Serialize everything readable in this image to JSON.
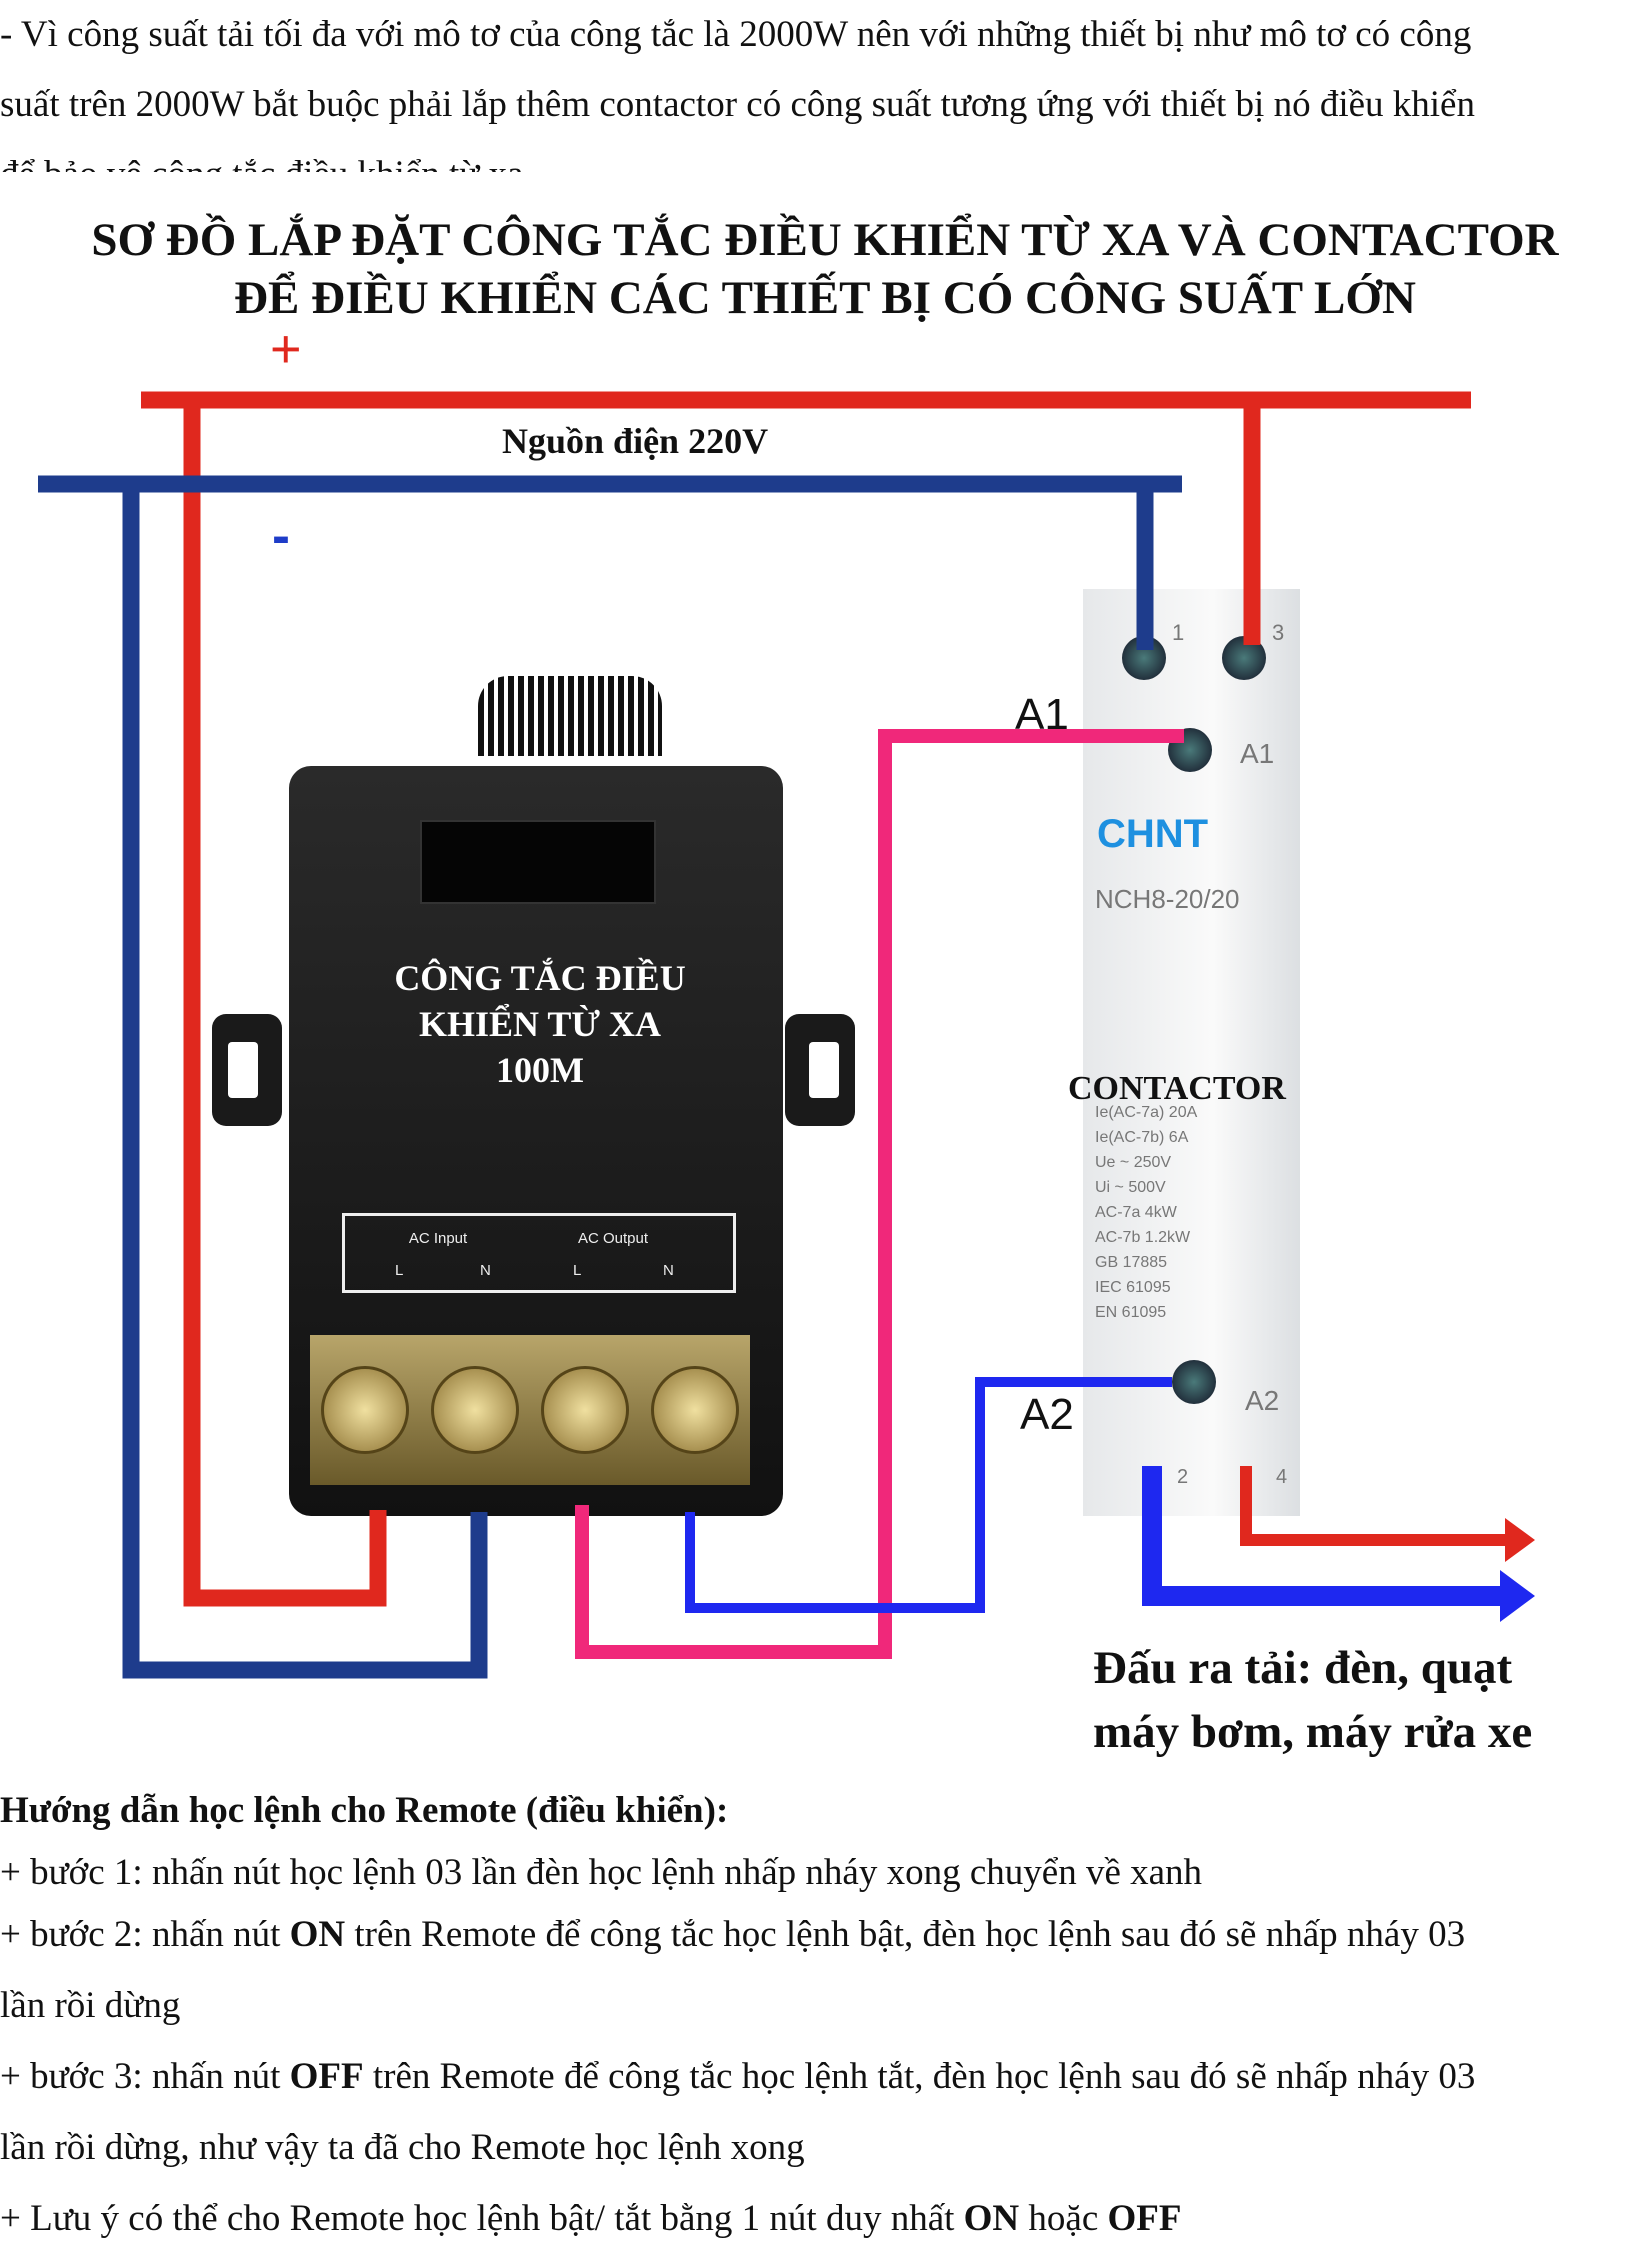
{
  "intro": {
    "lines": [
      "- Vì công suất tải tối đa với mô tơ của công tắc là 2000W nên với những thiết bị như mô tơ có công",
      "suất trên 2000W bắt buộc phải lắp thêm contactor có công suất tương ứng với thiết bị nó điều khiển",
      "để bảo vệ công tắc điều khiển từ xa"
    ]
  },
  "diagram": {
    "title_line1": "SƠ ĐỒ LẮP ĐẶT CÔNG TẮC ĐIỀU KHIỂN TỪ XA VÀ CONTACTOR",
    "title_line2": "ĐỂ ĐIỀU KHIỂN CÁC THIẾT BỊ CÓ CÔNG SUẤT LỚN",
    "plus_sign": "+",
    "minus_sign": "-",
    "power_label": "Nguồn điện 220V",
    "remote_switch": {
      "label_line1": "CÔNG TẮC ĐIỀU",
      "label_line2": "KHIỂN TỪ XA",
      "label_line3": "100M",
      "input_label": "AC Input",
      "output_label": "AC Output",
      "l": "L",
      "n": "N"
    },
    "contactor": {
      "label": "CONTACTOR",
      "brand": "CHNT",
      "model": "NCH8-20/20",
      "terminal_1": "1",
      "terminal_3": "3",
      "terminal_2": "2",
      "terminal_4": "4",
      "a1_small": "A1",
      "a2_small": "A2",
      "specs": [
        "Ie(AC-7a)  20A",
        "Ie(AC-7b)  6A",
        "Ue ~  250V",
        "Ui ~  500V",
        "AC-7a  4kW",
        "AC-7b  1.2kW",
        "GB 17885",
        "IEC 61095",
        "EN 61095"
      ]
    },
    "a1_label": "A1",
    "a2_label": "A2",
    "output_line1": "Đấu ra tải: đèn, quạt",
    "output_line2": "máy bơm, máy rửa xe",
    "colors": {
      "live": "#e0281e",
      "neutral": "#1e3c8c",
      "control": "#f0287a",
      "return": "#1e28f0"
    }
  },
  "guide": {
    "heading": "Hướng dẫn học lệnh cho Remote (điều khiển):",
    "step1": "+ bước 1: nhấn nút học lệnh 03 lần đèn học lệnh nhấp nháy xong chuyển về xanh",
    "step2_a": "+ bước 2: nhấn nút ",
    "step2_b": "ON",
    "step2_c": " trên Remote để công tắc học lệnh bật, đèn học lệnh sau đó sẽ nhấp nháy 03",
    "step2_d": "lần rồi dừng",
    "step3_a": "+ bước 3: nhấn nút ",
    "step3_b": "OFF",
    "step3_c": " trên Remote để công tắc học lệnh tắt, đèn học lệnh sau đó sẽ nhấp nháy 03",
    "step3_d": "lần rồi dừng, như vậy ta đã cho Remote học lệnh xong",
    "note_a": "+ Lưu ý có thể cho Remote học lệnh bật/ tắt bằng 1 nút duy nhất ",
    "note_b": "ON",
    "note_c": " hoặc ",
    "note_d": "OFF"
  }
}
